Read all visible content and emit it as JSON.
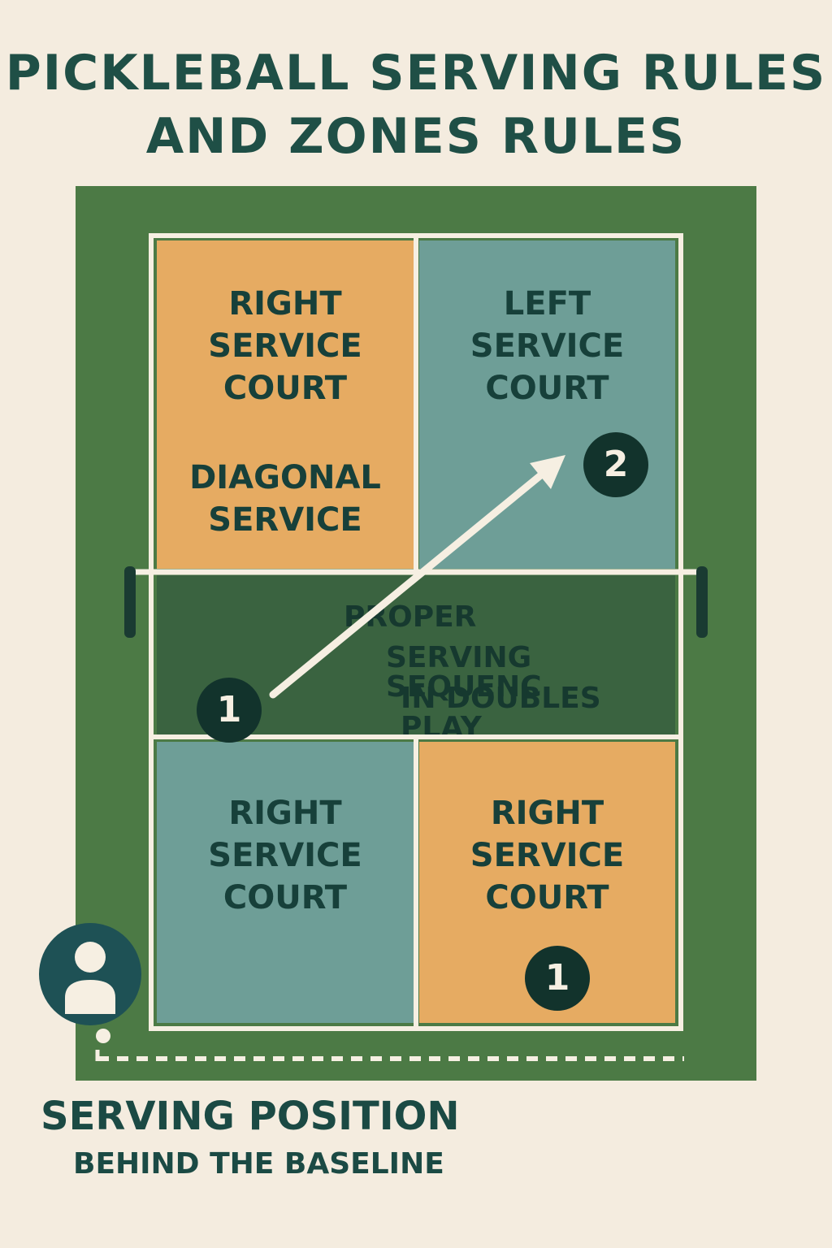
{
  "title": {
    "line1": "PICKLEBALL SERVING RULES",
    "line2": "AND ZONES RULES"
  },
  "courts": {
    "top_left": {
      "lines": [
        "RIGHT",
        "SERVICE",
        "COURT"
      ],
      "sub_lines": [
        "DIAGONAL",
        "SERVICE"
      ],
      "color": "#e6ab62"
    },
    "top_right": {
      "lines": [
        "LEFT",
        "SERVICE",
        "COURT"
      ],
      "color": "#6e9e97"
    },
    "bottom_left": {
      "lines": [
        "RIGHT",
        "SERVICE",
        "COURT"
      ],
      "color": "#6e9e97"
    },
    "bottom_right": {
      "lines": [
        "RIGHT",
        "SERVICE",
        "COURT"
      ],
      "color": "#e6ab62"
    }
  },
  "kitchen": {
    "lines": [
      "PROPER",
      "SERVING SEQUENC",
      "IN DOUBLES PLAY"
    ]
  },
  "badges": {
    "start": "1",
    "target": "2",
    "bottom_right": "1"
  },
  "footer": {
    "serving_position": "SERVING POSITION",
    "behind_baseline": "BEHIND THE BASELINE"
  },
  "colors": {
    "court_green": "#4c7a45",
    "kitchen_green": "#3a6340",
    "line_white": "#f6efe2",
    "text_dark": "#17403a",
    "badge_dark": "#12332c",
    "avatar_teal": "#1e5155"
  },
  "icons": {
    "player": "person-icon",
    "arrow": "diagonal-arrow"
  }
}
